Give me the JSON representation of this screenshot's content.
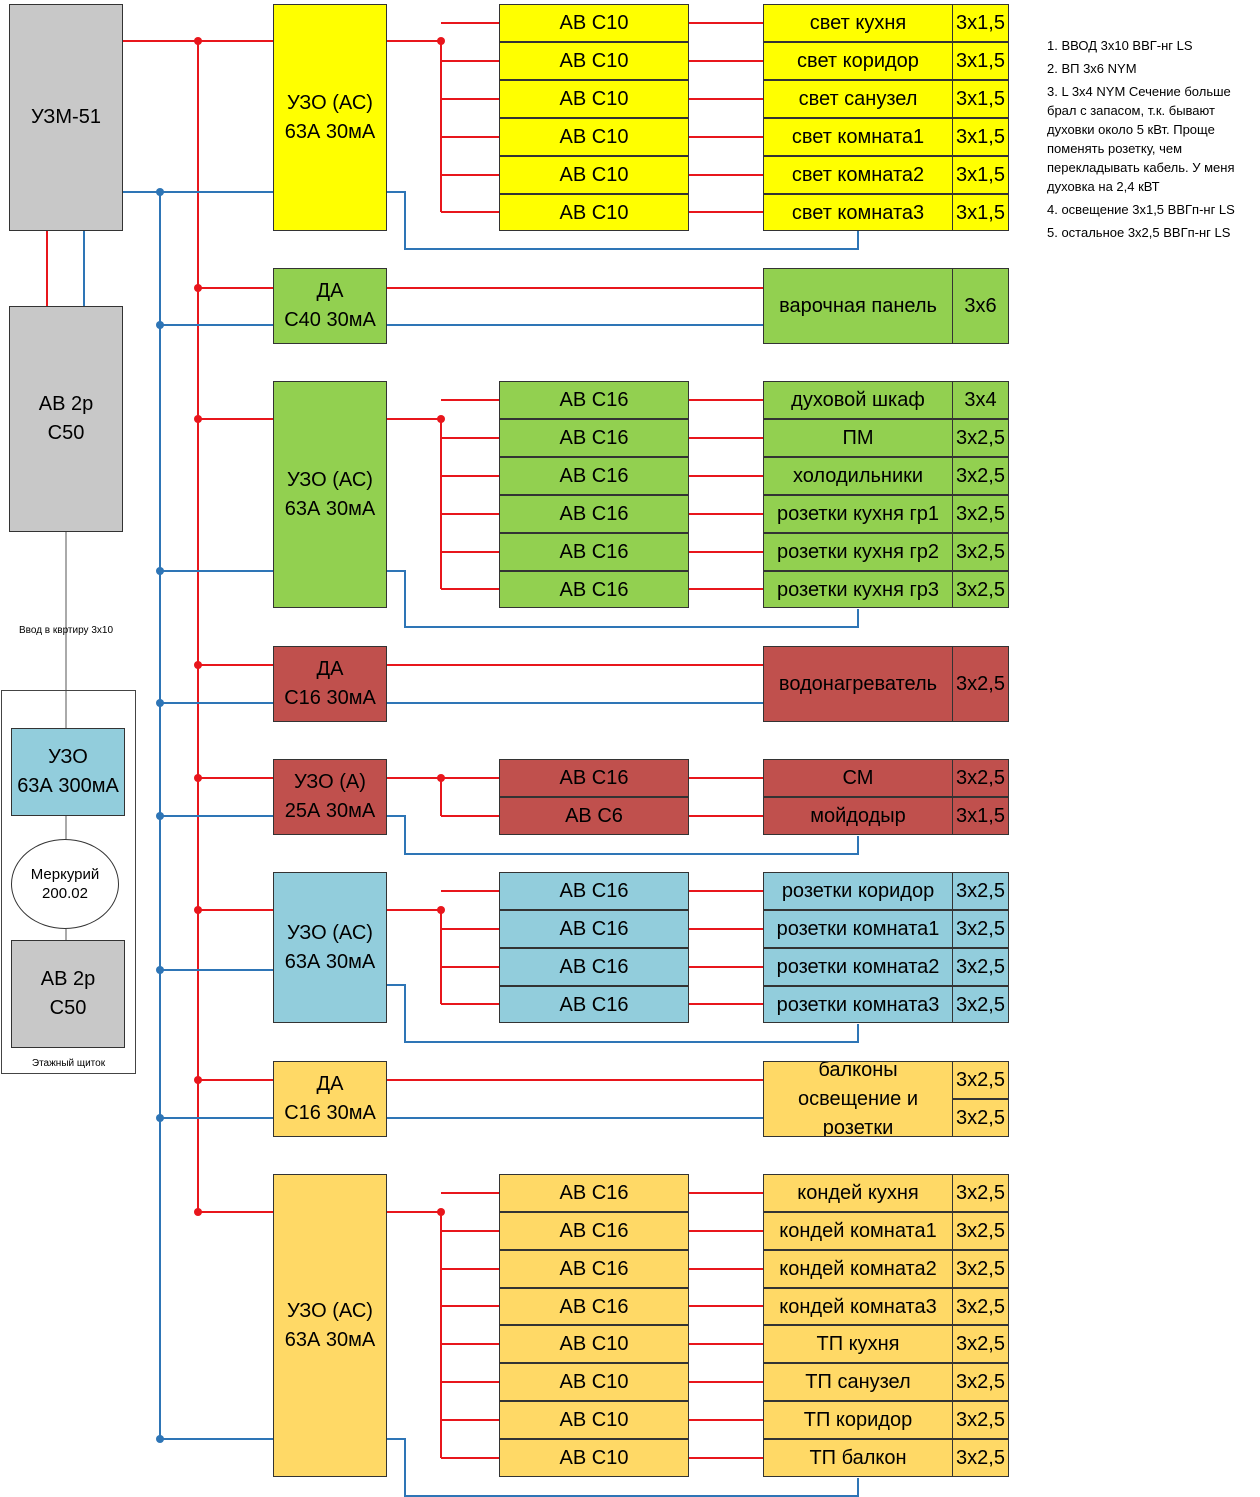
{
  "main_devices": {
    "uzm": "УЗМ-51",
    "main_breaker": "АВ 2р\nС50",
    "input_cable_label": "Ввод в квртиру 3х10",
    "panel_rcd": "УЗО\n63А 300мА",
    "meter": "Меркурий\n200.02",
    "panel_breaker": "АВ 2р\nС50",
    "floor_panel_label": "Этажный щиток"
  },
  "groups": [
    {
      "protector": "УЗО (АС)\n63А 30мА",
      "color": "#ffff00",
      "circuits": [
        {
          "breaker": "АВ С10",
          "load": "свет кухня",
          "cable": "3х1,5"
        },
        {
          "breaker": "АВ С10",
          "load": "свет коридор",
          "cable": "3х1,5"
        },
        {
          "breaker": "АВ С10",
          "load": "свет санузел",
          "cable": "3х1,5"
        },
        {
          "breaker": "АВ С10",
          "load": "свет комната1",
          "cable": "3х1,5"
        },
        {
          "breaker": "АВ С10",
          "load": "свет комната2",
          "cable": "3х1,5"
        },
        {
          "breaker": "АВ С10",
          "load": "свет комната3",
          "cable": "3х1,5"
        }
      ]
    },
    {
      "protector": "ДА\nС40 30мА",
      "color": "#92d050",
      "load": "варочная панель",
      "cable": "3х6"
    },
    {
      "protector": "УЗО (АС)\n63А 30мА",
      "color": "#92d050",
      "circuits": [
        {
          "breaker": "АВ С16",
          "load": "духовой шкаф",
          "cable": "3х4"
        },
        {
          "breaker": "АВ С16",
          "load": "ПМ",
          "cable": "3х2,5"
        },
        {
          "breaker": "АВ С16",
          "load": "холодильники",
          "cable": "3х2,5"
        },
        {
          "breaker": "АВ С16",
          "load": "розетки кухня гр1",
          "cable": "3х2,5"
        },
        {
          "breaker": "АВ С16",
          "load": "розетки кухня гр2",
          "cable": "3х2,5"
        },
        {
          "breaker": "АВ С16",
          "load": "розетки кухня гр3",
          "cable": "3х2,5"
        }
      ]
    },
    {
      "protector": "ДА\nС16 30мА",
      "color": "#c0504d",
      "load": "водонагреватель",
      "cable": "3х2,5"
    },
    {
      "protector": "УЗО (А)\n25А 30мА",
      "color": "#c0504d",
      "circuits": [
        {
          "breaker": "АВ С16",
          "load": "СМ",
          "cable": "3х2,5"
        },
        {
          "breaker": "АВ С6",
          "load": "мойдодыр",
          "cable": "3х1,5"
        }
      ]
    },
    {
      "protector": "УЗО (АС)\n63А 30мА",
      "color": "#92cddc",
      "circuits": [
        {
          "breaker": "АВ С16",
          "load": "розетки коридор",
          "cable": "3х2,5"
        },
        {
          "breaker": "АВ С16",
          "load": "розетки комната1",
          "cable": "3х2,5"
        },
        {
          "breaker": "АВ С16",
          "load": "розетки комната2",
          "cable": "3х2,5"
        },
        {
          "breaker": "АВ С16",
          "load": "розетки комната3",
          "cable": "3х2,5"
        }
      ]
    },
    {
      "protector": "ДА\nС16 30мА",
      "color": "#ffd966",
      "load": "балконы\nосвещение и\nрозетки",
      "cables": [
        "3х2,5",
        "3х2,5"
      ]
    },
    {
      "protector": "УЗО (АС)\n63А 30мА",
      "color": "#ffd966",
      "circuits": [
        {
          "breaker": "АВ С16",
          "load": "кондей кухня",
          "cable": "3х2,5"
        },
        {
          "breaker": "АВ С16",
          "load": "кондей комната1",
          "cable": "3х2,5"
        },
        {
          "breaker": "АВ С16",
          "load": "кондей комната2",
          "cable": "3х2,5"
        },
        {
          "breaker": "АВ С16",
          "load": "кондей комната3",
          "cable": "3х2,5"
        },
        {
          "breaker": "АВ С10",
          "load": "ТП кухня",
          "cable": "3х2,5"
        },
        {
          "breaker": "АВ С10",
          "load": "ТП санузел",
          "cable": "3х2,5"
        },
        {
          "breaker": "АВ С10",
          "load": "ТП коридор",
          "cable": "3х2,5"
        },
        {
          "breaker": "АВ С10",
          "load": "ТП балкон",
          "cable": "3х2,5"
        }
      ]
    }
  ],
  "notes": [
    "1. ВВОД 3х10 ВВГ-нг LS",
    "2. ВП 3х6 NYM",
    "3. L 3х4 NYM Сечение больше брал с запасом, т.к. бывают духовки около 5 кВт. Проще поменять розетку, чем перекладывать кабель. У меня духовка на 2,4 кВТ",
    "4. освещение 3х1,5 ВВГп-нг LS",
    "5. остальное 3х2,5 ВВГп-нг LS"
  ],
  "wire_colors": {
    "phase": "#e8161c",
    "neutral": "#2e75b6",
    "plain": "#555555"
  }
}
